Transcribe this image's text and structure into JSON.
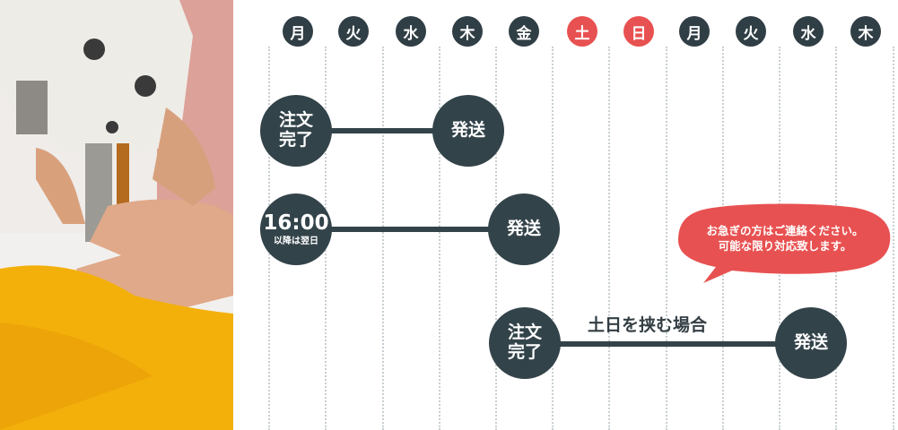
{
  "schedule": {
    "days": [
      {
        "label": "月",
        "weekend": false
      },
      {
        "label": "火",
        "weekend": false
      },
      {
        "label": "水",
        "weekend": false
      },
      {
        "label": "木",
        "weekend": false
      },
      {
        "label": "金",
        "weekend": false
      },
      {
        "label": "土",
        "weekend": true
      },
      {
        "label": "日",
        "weekend": true
      },
      {
        "label": "月",
        "weekend": false
      },
      {
        "label": "火",
        "weekend": false
      },
      {
        "label": "水",
        "weekend": false
      },
      {
        "label": "木",
        "weekend": false
      }
    ],
    "rows": [
      {
        "start_line1": "注文",
        "start_line2": "完了",
        "end": "発送"
      },
      {
        "start_line1": "16:00",
        "start_line2": "以降は翌日",
        "end": "発送"
      },
      {
        "start_line1": "注文",
        "start_line2": "完了",
        "end": "発送",
        "label": "土日を挟む場合"
      }
    ]
  },
  "notice": {
    "line1": "お急ぎの方はご連絡ください。",
    "line2": "可能な限り対応致します。"
  },
  "colors": {
    "dark": "#33434a",
    "accent_red": "#e85151",
    "photo_yellow": "#f3b00b"
  }
}
